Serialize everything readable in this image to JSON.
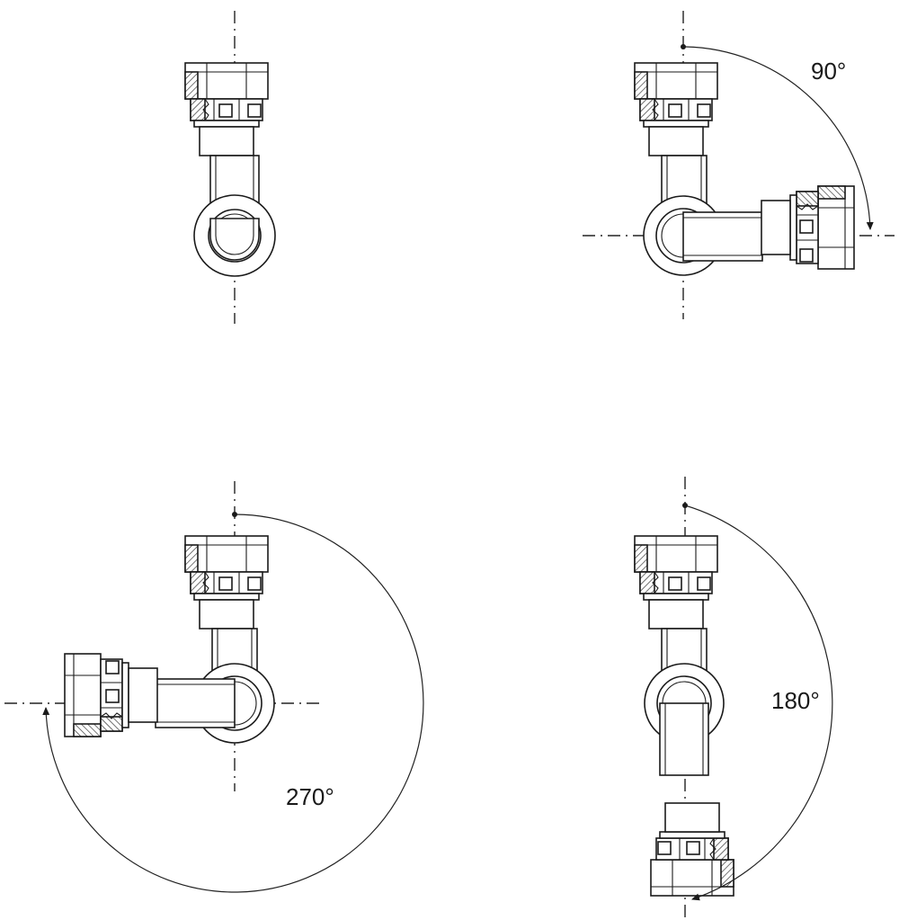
{
  "diagram": {
    "views": [
      {
        "id": "view-0",
        "angle_label": ""
      },
      {
        "id": "view-90",
        "angle_label": "90°"
      },
      {
        "id": "view-270",
        "angle_label": "270°"
      },
      {
        "id": "view-180",
        "angle_label": "180°"
      }
    ]
  }
}
